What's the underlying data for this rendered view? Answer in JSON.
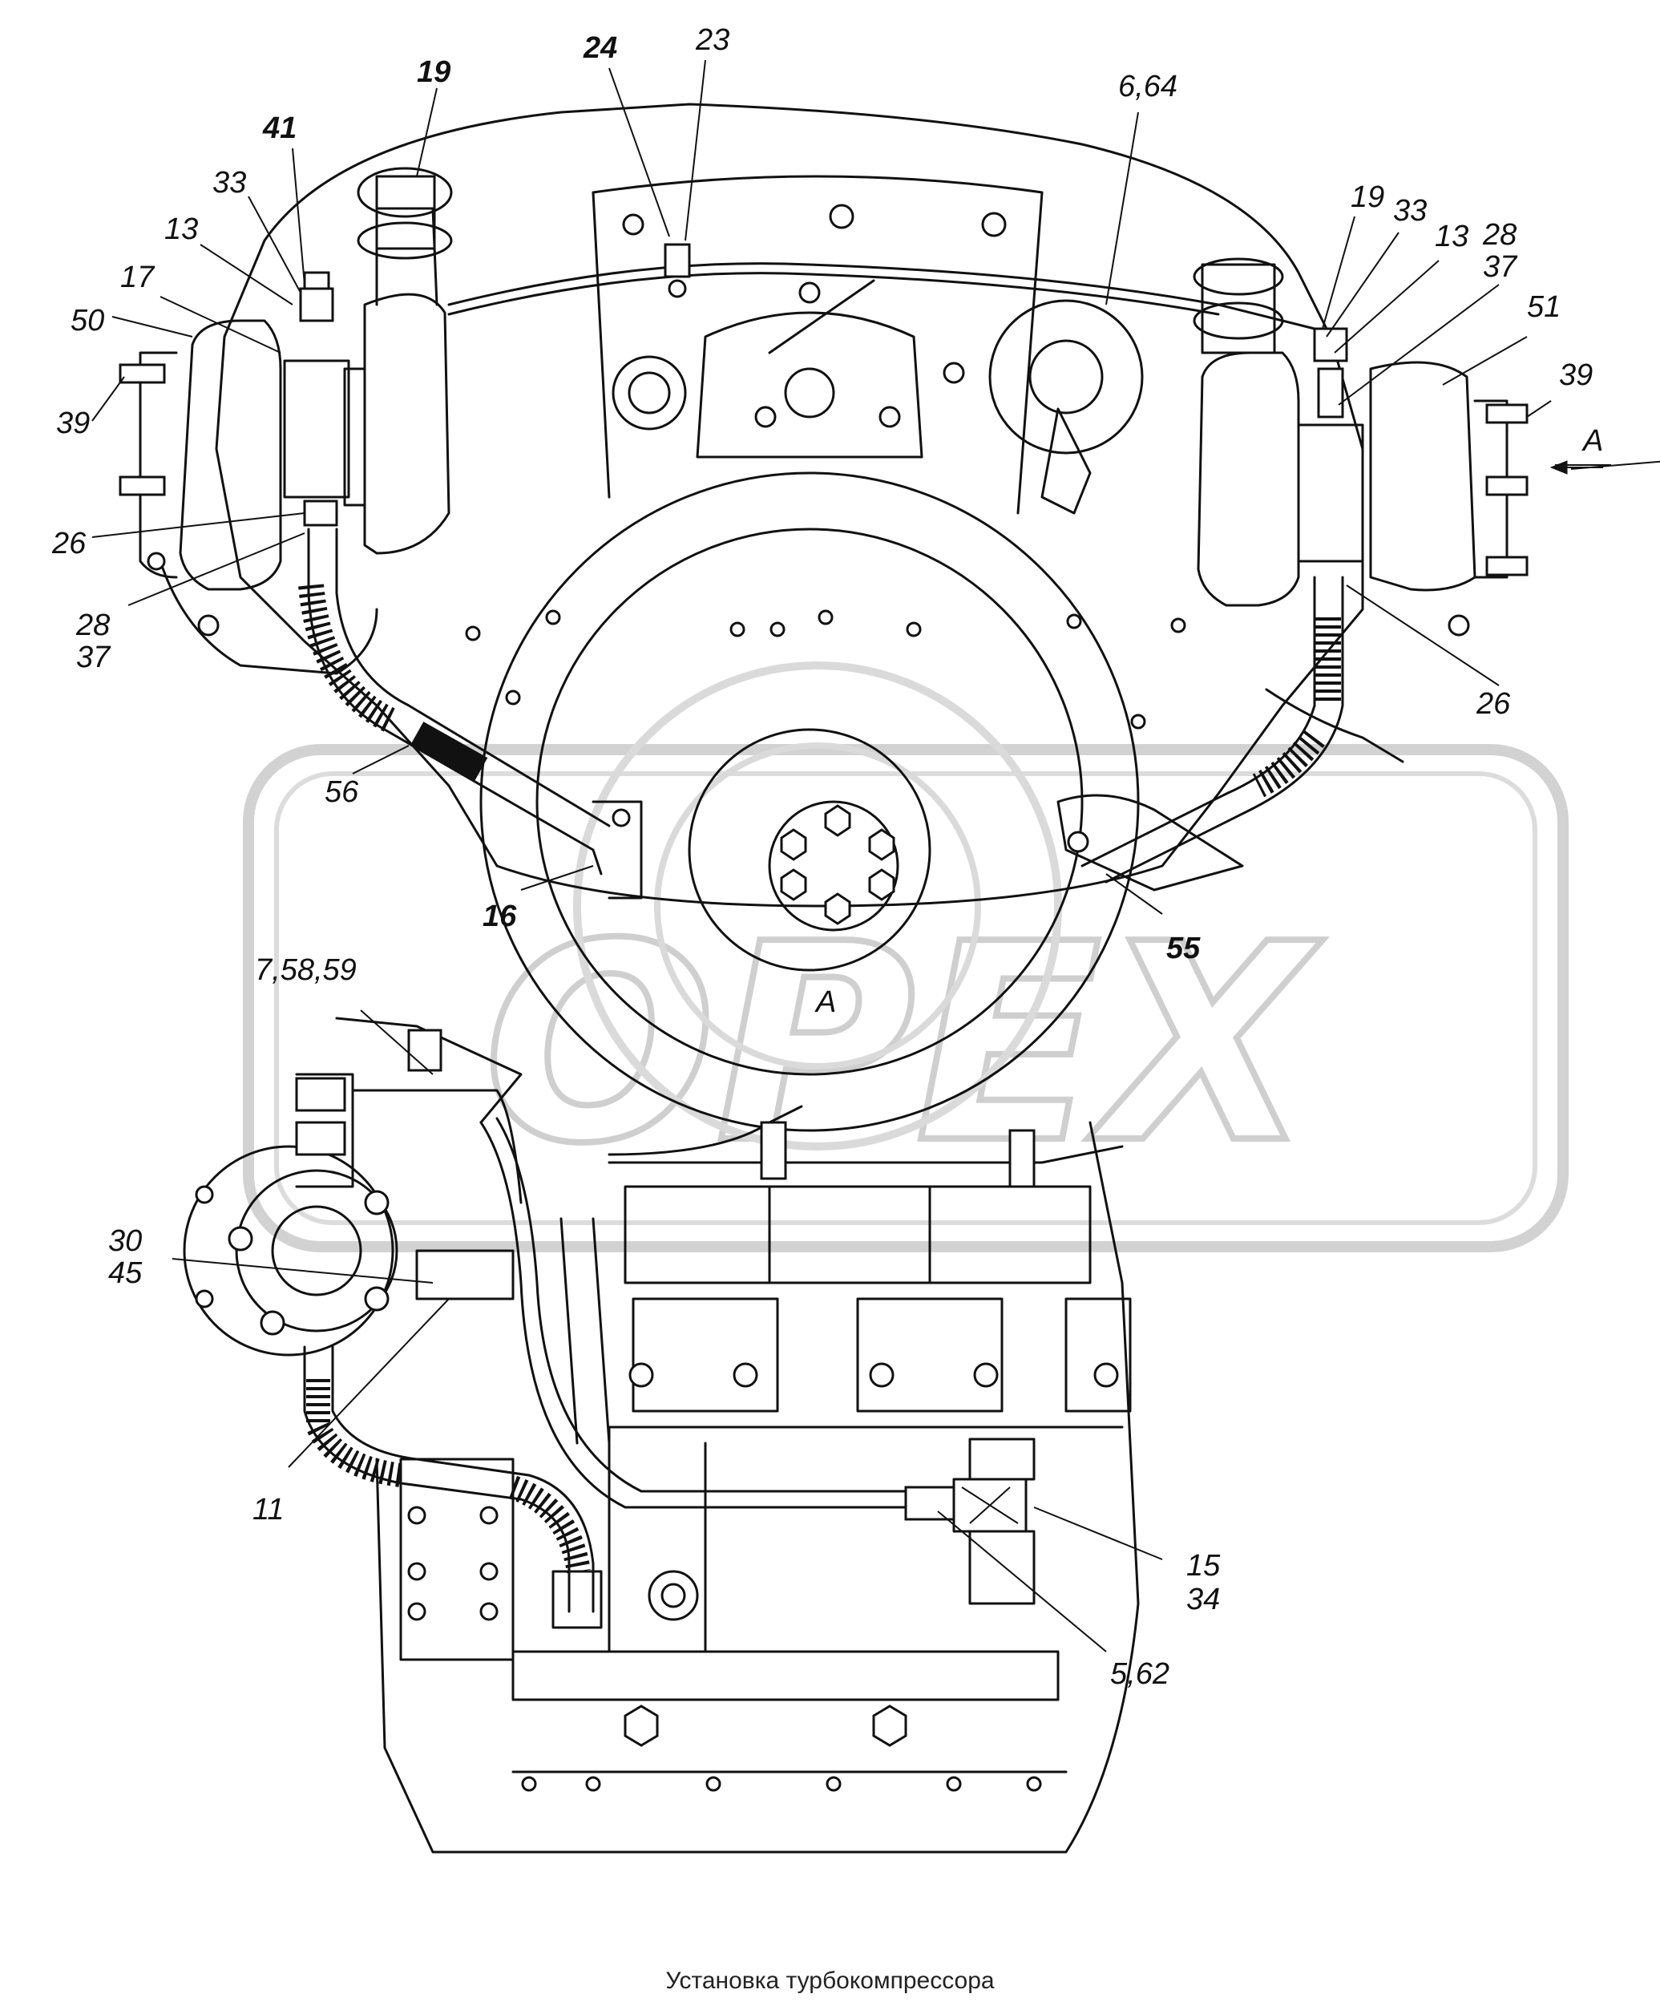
{
  "caption": "Установка турбокомпрессора",
  "watermark": "OPEX",
  "view_label": "A",
  "view_arrow_label": "A",
  "callouts": {
    "c24": "24",
    "c23": "23",
    "c19a": "19",
    "c41": "41",
    "c33a": "33",
    "c13a": "13",
    "c17": "17",
    "c50": "50",
    "c39a": "39",
    "c26a": "26",
    "c28a": "28",
    "c37a": "37",
    "c56": "56",
    "c16": "16",
    "c664": "6,64",
    "c19b": "19",
    "c33b": "33",
    "c13b": "13",
    "c28b": "28",
    "c37b": "37",
    "c51": "51",
    "c39b": "39",
    "c26b": "26",
    "c55": "55",
    "c75859": "7,58,59",
    "c30": "30",
    "c45": "45",
    "c11": "11",
    "c15": "15",
    "c34": "34",
    "c562": "5,62"
  },
  "colors": {
    "line": "#111111",
    "watermark": "#cfcfcf",
    "background": "#ffffff"
  }
}
